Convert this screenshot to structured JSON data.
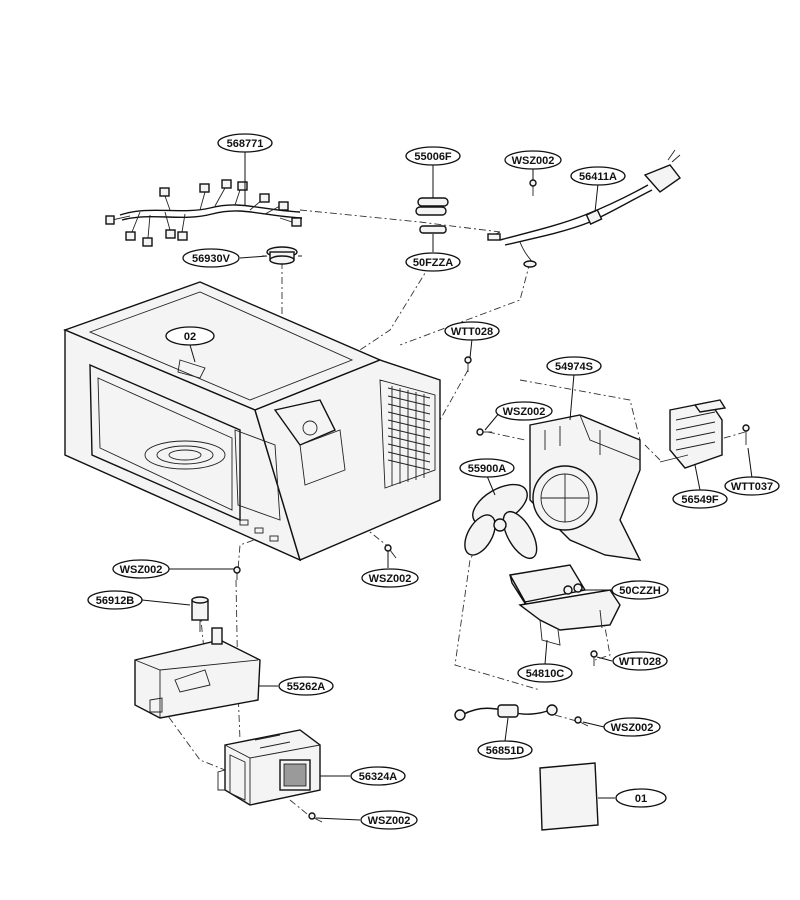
{
  "labels": {
    "p568771": "568771",
    "p55006F": "55006F",
    "pWSZ002_top": "WSZ002",
    "p56411A": "56411A",
    "p56930V": "56930V",
    "p50FZZA": "50FZZA",
    "p02": "02",
    "pWTT028_top": "WTT028",
    "p54974S": "54974S",
    "pWSZ002_mid": "WSZ002",
    "p55900A": "55900A",
    "p56549F": "56549F",
    "pWTT037": "WTT037",
    "pWSZ002_left": "WSZ002",
    "pWSZ002_center": "WSZ002",
    "p56912B": "56912B",
    "p50CZZH": "50CZZH",
    "p55262A": "55262A",
    "p54810C": "54810C",
    "pWTT028_bottom": "WTT028",
    "pWSZ002_right": "WSZ002",
    "p56851D": "56851D",
    "p56324A": "56324A",
    "p01": "01",
    "pWSZ002_bottom": "WSZ002"
  }
}
